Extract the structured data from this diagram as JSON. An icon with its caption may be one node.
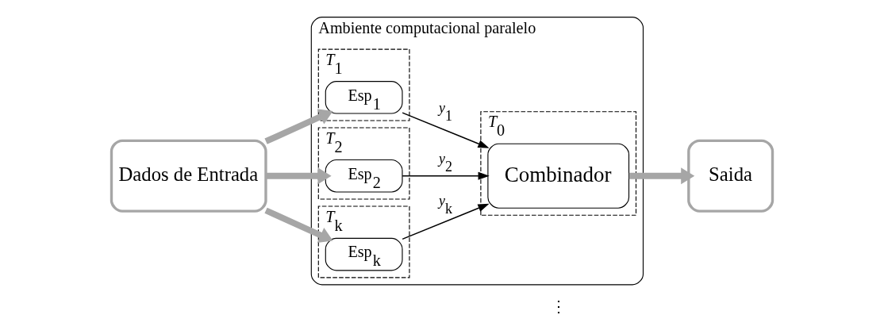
{
  "diagram": {
    "nodes": [
      {
        "text": [
          "Dados de Entrada"
        ]
      },
      {
        "text": [
          "Ambiente computacional paralelo"
        ]
      },
      {
        "text": [
          "*T*$_{1}$"
        ],
        "in": 1
      },
      {
        "text": [
          "Esp$_{1}$"
        ],
        "in": 2
      },
      {
        "text": [
          "*T*$_{2}$"
        ],
        "in": 1
      },
      {
        "text": [
          "Esp$_{2}$"
        ],
        "in": 4
      },
      {
        "text": [
          "*T*$_{k}$"
        ],
        "in": 1
      },
      {
        "text": [
          "Esp$_{k}$"
        ],
        "in": 6
      },
      {
        "text": [
          "*T*$_{0}$"
        ],
        "in": 1
      },
      {
        "text": [
          "Combinador"
        ],
        "in": 8
      },
      {
        "text": [
          "Saida"
        ]
      }
    ],
    "edges": [
      {
        "from": 0,
        "to": 3,
        "arrow": "to"
      },
      {
        "from": 0,
        "to": 5,
        "arrow": "to"
      },
      {
        "from": 0,
        "to": 7,
        "arrow": "to"
      },
      {
        "from": 3,
        "to": 9,
        "arrow": "to",
        "label": "*y*$_{1}$",
        "color": "#000000"
      },
      {
        "from": 5,
        "to": 9,
        "arrow": "to",
        "label": "*y*$_{2}$",
        "color": "#000000"
      },
      {
        "from": 7,
        "to": 9,
        "arrow": "to",
        "label": "*y*$_{k}$",
        "color": "#000000"
      },
      {
        "from": 9,
        "to": 10,
        "arrow": "to"
      }
    ],
    "labels": [
      "⋮"
    ]
  }
}
